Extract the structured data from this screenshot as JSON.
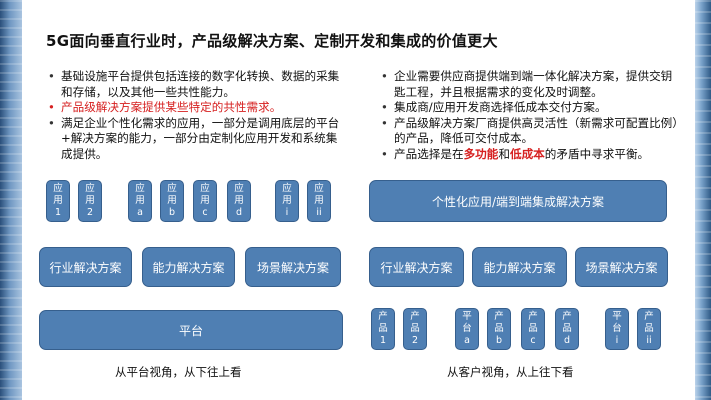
{
  "title": "5G面向垂直行业时，产品级解决方案、定制开发和集成的价值更大",
  "left": {
    "bullets": [
      {
        "text": "基础设施平台提供包括连接的数字化转换、数据的采集和存储，以及其他一些共性能力。",
        "highlight": false
      },
      {
        "text": "产品级解决方案提供某些特定的共性需求。",
        "highlight": true
      },
      {
        "text": "满足企业个性化需求的应用，一部分是调用底层的平台+解决方案的能力，一部分由定制化应用开发和系统集成提供。",
        "highlight": false
      }
    ],
    "apps": [
      {
        "top": "应",
        "bottom": "用",
        "id": "1"
      },
      {
        "top": "应",
        "bottom": "用",
        "id": "2"
      },
      {
        "top": "应",
        "bottom": "用",
        "id": "a"
      },
      {
        "top": "应",
        "bottom": "用",
        "id": "b"
      },
      {
        "top": "应",
        "bottom": "用",
        "id": "c"
      },
      {
        "top": "应",
        "bottom": "用",
        "id": "d"
      },
      {
        "top": "应",
        "bottom": "用",
        "id": "i"
      },
      {
        "top": "应",
        "bottom": "用",
        "id": "ii"
      }
    ],
    "solutions": [
      "行业解决方案",
      "能力解决方案",
      "场景解决方案"
    ],
    "platform": "平台",
    "caption": "从平台视角，从下往上看"
  },
  "right": {
    "bullets": [
      {
        "parts": [
          {
            "t": "企业需要供应商提供端到端一体化解决方案，提供交钥匙工程，并且根据需求的变化及时调整。"
          }
        ]
      },
      {
        "parts": [
          {
            "t": "集成商/应用开发商选择低成本交付方案。"
          }
        ]
      },
      {
        "parts": [
          {
            "t": "产品级解决方案厂商提供高灵活性（新需求可配置比例）的产品，降低可交付成本。"
          }
        ]
      },
      {
        "parts": [
          {
            "t": "产品选择是在"
          },
          {
            "t": "多功能",
            "hl": true
          },
          {
            "t": "和"
          },
          {
            "t": "低成本",
            "hl": true
          },
          {
            "t": "的矛盾中寻求平衡。"
          }
        ]
      }
    ],
    "integrated": "个性化应用/端到端集成解决方案",
    "solutions": [
      "行业解决方案",
      "能力解决方案",
      "场景解决方案"
    ],
    "products": [
      {
        "top": "产",
        "bottom": "品",
        "id": "1"
      },
      {
        "top": "产",
        "bottom": "品",
        "id": "2"
      },
      {
        "top": "平",
        "bottom": "台",
        "id": "a"
      },
      {
        "top": "产",
        "bottom": "品",
        "id": "b"
      },
      {
        "top": "产",
        "bottom": "品",
        "id": "c"
      },
      {
        "top": "产",
        "bottom": "品",
        "id": "d"
      },
      {
        "top": "平",
        "bottom": "台",
        "id": "i"
      },
      {
        "top": "产",
        "bottom": "品",
        "id": "ii"
      }
    ],
    "caption": "从客户视角，从上往下看"
  },
  "colors": {
    "box_fill": "#4f7fb3",
    "box_border": "#365f8d",
    "highlight": "#d62020"
  }
}
